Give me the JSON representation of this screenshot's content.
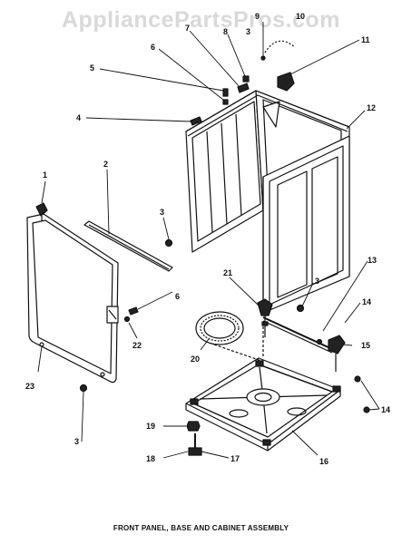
{
  "watermark": "AppliancePartsPros.com",
  "caption": "FRONT PANEL, BASE AND CABINET ASSEMBLY",
  "parts": [
    {
      "id": "p1",
      "label": "1"
    },
    {
      "id": "p2",
      "label": "2"
    },
    {
      "id": "p3a",
      "label": "3"
    },
    {
      "id": "p3b",
      "label": "3"
    },
    {
      "id": "p3c",
      "label": "3"
    },
    {
      "id": "p3d",
      "label": "3"
    },
    {
      "id": "p4",
      "label": "4"
    },
    {
      "id": "p5",
      "label": "5"
    },
    {
      "id": "p6a",
      "label": "6"
    },
    {
      "id": "p6b",
      "label": "6"
    },
    {
      "id": "p7",
      "label": "7"
    },
    {
      "id": "p8",
      "label": "8"
    },
    {
      "id": "p9",
      "label": "9"
    },
    {
      "id": "p10",
      "label": "10"
    },
    {
      "id": "p11",
      "label": "11"
    },
    {
      "id": "p12",
      "label": "12"
    },
    {
      "id": "p13",
      "label": "13"
    },
    {
      "id": "p14a",
      "label": "14"
    },
    {
      "id": "p14b",
      "label": "14"
    },
    {
      "id": "p15",
      "label": "15"
    },
    {
      "id": "p16",
      "label": "16"
    },
    {
      "id": "p17",
      "label": "17"
    },
    {
      "id": "p18",
      "label": "18"
    },
    {
      "id": "p19",
      "label": "19"
    },
    {
      "id": "p20",
      "label": "20"
    },
    {
      "id": "p21",
      "label": "21"
    },
    {
      "id": "p22",
      "label": "22"
    },
    {
      "id": "p23",
      "label": "23"
    }
  ]
}
